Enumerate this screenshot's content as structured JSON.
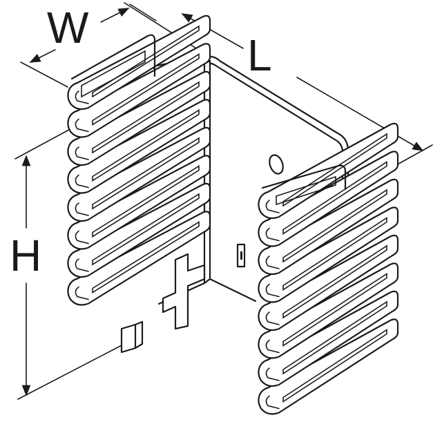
{
  "diagram": {
    "dimensions": {
      "width": "W",
      "length": "L",
      "height": "H"
    },
    "left_fin_count": 8,
    "right_fin_count": 8
  }
}
